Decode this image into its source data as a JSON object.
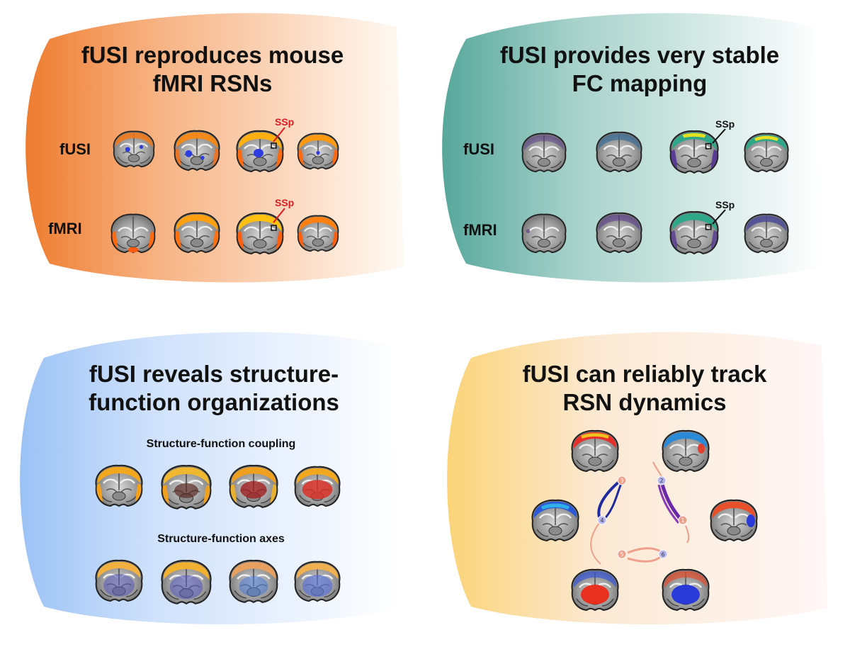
{
  "panels": {
    "top_left": {
      "title_line1": "fUSI reproduces mouse",
      "title_line2": "fMRI RSNs",
      "row1_label": "fUSI",
      "row2_label": "fMRI",
      "annotation": "SSp",
      "bg_color": "#ee7a2e",
      "highlight_color": "#ff7a10",
      "annotation_color": "#e0191f"
    },
    "top_right": {
      "title_line1": "fUSI provides very stable",
      "title_line2": "FC mapping",
      "row1_label": "fUSI",
      "row2_label": "fMRI",
      "annotation": "SSp",
      "bg_color": "#5aa89c",
      "annotation_color": "#111111"
    },
    "bottom_left": {
      "title_line1": "fUSI reveals structure-",
      "title_line2": "function organizations",
      "sub1": "Structure-function coupling",
      "sub2": "Structure-function axes",
      "bg_color": "#9cc3f5"
    },
    "bottom_right": {
      "title_line1": "fUSI can reliably track",
      "title_line2": "RSN dynamics",
      "bg_color": "#fbd57a",
      "node_labels": [
        "1",
        "2",
        "3",
        "4",
        "5",
        "6"
      ]
    }
  }
}
